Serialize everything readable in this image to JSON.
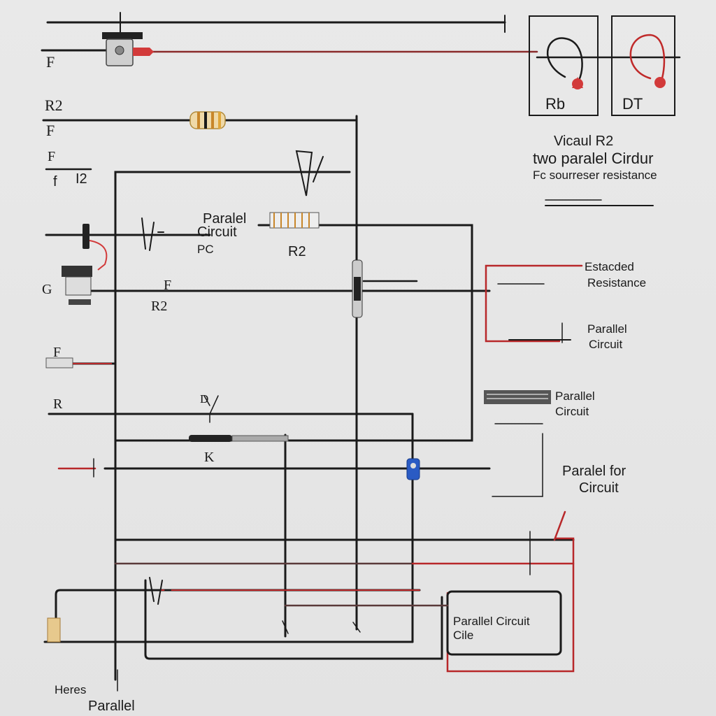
{
  "labels": {
    "top_left": "F",
    "rb": "Rb",
    "dt": "DT",
    "r2_top": "R2",
    "f_left1": "F",
    "f_left2": "F",
    "n2": "I2",
    "n2b": "f",
    "parallel_1": "Paralel",
    "parallel_2": "Circuit",
    "pc": "PC",
    "r2_mid": "R2",
    "g": "G",
    "f_mid": "F",
    "r2_low": "R2",
    "f_mid2": "F",
    "r_left": "R",
    "d_mid": "D",
    "k_mid": "K",
    "heading_1": "Vicaul R2",
    "heading_2": "two paralel Cirdur",
    "heading_3": "Fc sourreser resistance",
    "note_1a": "Estacded",
    "note_1b": "Resistance",
    "note_2a": "Parallel",
    "note_2b": "Circuit",
    "note_3a": "Parallel",
    "note_3b": "Circuit",
    "note_4a": "Paralel for",
    "note_4b": "Circuit",
    "bottom_box": "Parallel Circuit",
    "bottom_small": "Cile",
    "bottom_left_1": "Heres",
    "bottom_left_2": "Parallel"
  },
  "colors": {
    "wire": "#1a1a1a",
    "red_wire": "#b8282a",
    "red_lead": "#d23a3a",
    "blue_part": "#2a5bc4",
    "resistor_band": "#d8a23a"
  },
  "icons": [
    "switch-icon",
    "resistor-icon",
    "diode-icon",
    "capacitor-icon",
    "led-icon",
    "coil-icon"
  ]
}
